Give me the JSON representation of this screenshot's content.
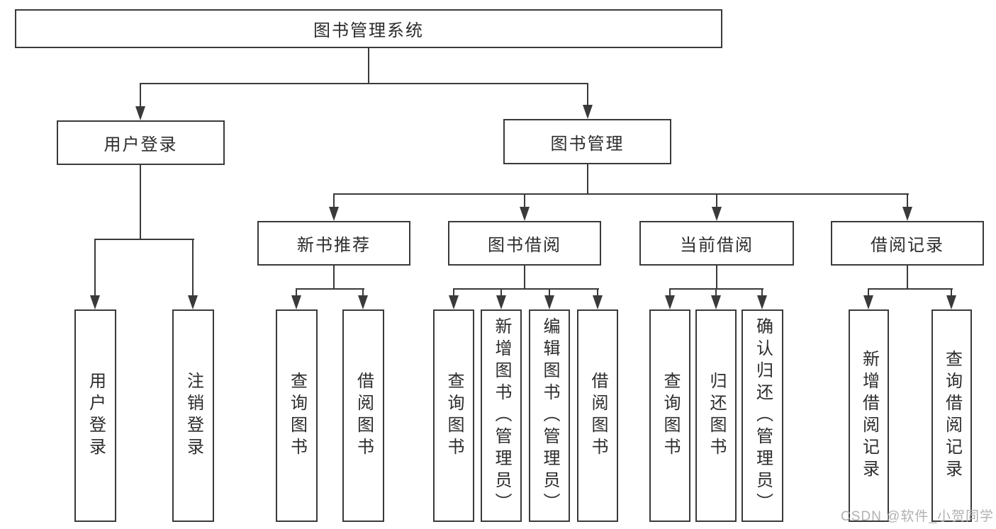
{
  "root": {
    "label": "图书管理系统"
  },
  "level2": [
    {
      "label": "用户登录"
    },
    {
      "label": "图书管理"
    }
  ],
  "level3": [
    {
      "label": "新书推荐"
    },
    {
      "label": "图书借阅"
    },
    {
      "label": "当前借阅"
    },
    {
      "label": "借阅记录"
    }
  ],
  "leaves": {
    "user_login": [
      {
        "label": "用户登录"
      },
      {
        "label": "注销登录"
      }
    ],
    "new_book": [
      {
        "label": "查询图书"
      },
      {
        "label": "借阅图书"
      }
    ],
    "book_borrow": [
      {
        "label": "查询图书"
      },
      {
        "label": "新增图书（管理员）"
      },
      {
        "label": "编辑图书（管理员）"
      },
      {
        "label": "借阅图书"
      }
    ],
    "current_borrow": [
      {
        "label": "查询图书"
      },
      {
        "label": "归还图书"
      },
      {
        "label": "确认归还（管理员）"
      }
    ],
    "borrow_records": [
      {
        "label": "新增借阅记录"
      },
      {
        "label": "查询借阅记录"
      }
    ]
  },
  "watermark": {
    "text": "CSDN @软件_小贺同学"
  },
  "colors": {
    "line": "#3a3a3a",
    "box_border": "#3a3a3a",
    "text": "#2c2c2c",
    "background": "#ffffff",
    "watermark": "#b1b1b1"
  }
}
